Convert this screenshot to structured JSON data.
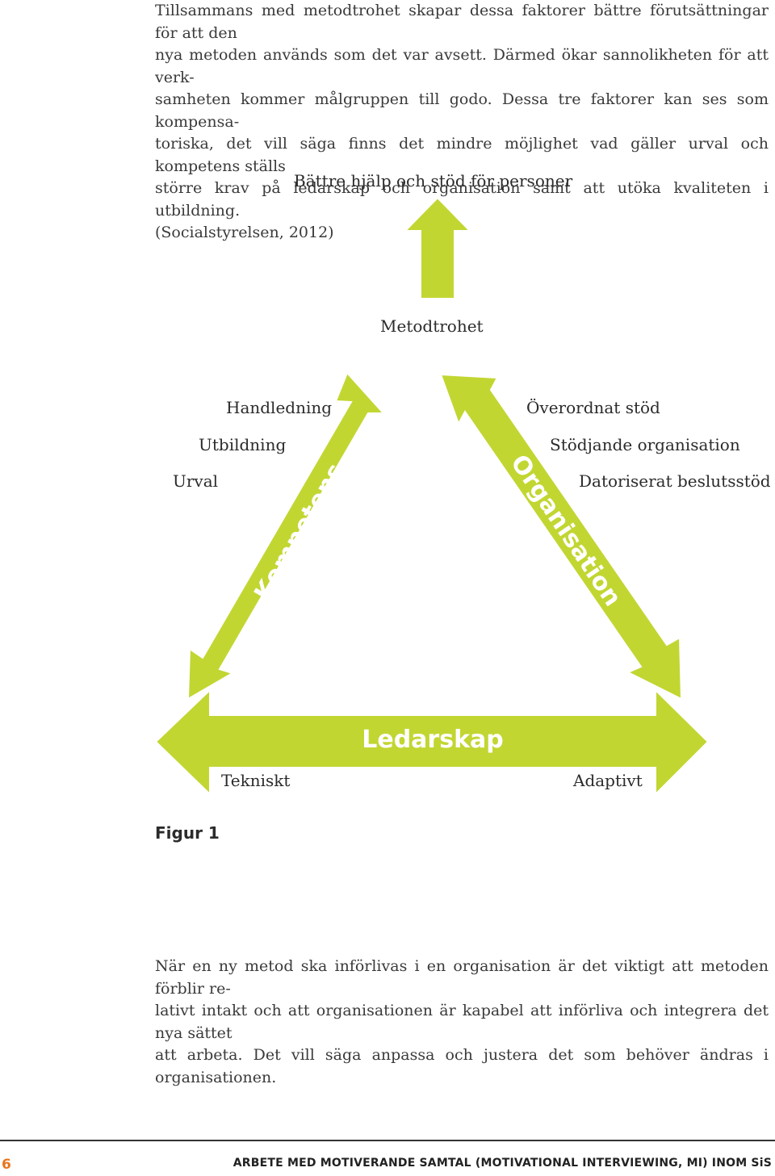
{
  "intro_lines": [
    "Tillsammans med metodtrohet skapar dessa faktorer bättre förutsättningar för att den",
    "nya metoden används som det var avsett. Därmed ökar sannolikheten för att verk-",
    "samheten kommer målgruppen till godo. Dessa tre faktorer kan ses som kompensa-",
    "toriska, det vill säga finns det mindre möjlighet vad gäller urval och kompetens ställs",
    "större krav på ledarskap och organisation samt att utöka kvaliteten i utbildning.",
    "(Socialstyrelsen, 2012)"
  ],
  "diagram": {
    "top_label": "Bättre hjälp och stöd för personer",
    "center_label": "Metodtrohet",
    "left_side": [
      "Handledning",
      "Utbildning",
      "Urval"
    ],
    "right_side": [
      "Överordnat stöd",
      "Stödjande organisation",
      "Datoriserat beslutsstöd"
    ],
    "left_arrow_label": "Kompetens",
    "right_arrow_label": "Organisation",
    "bottom_arrow_label": "Ledarskap",
    "bottom_left": "Tekniskt",
    "bottom_right": "Adaptivt",
    "arrow_color": "#c2d632",
    "arrow_edge_color": "#ffffff"
  },
  "figure_label": "Figur 1",
  "outro_lines": [
    "När en ny metod ska införlivas i en organisation är det viktigt att metoden förblir re-",
    "lativt intakt och att organisationen är kapabel att införliva och integrera det nya sättet",
    "att arbeta. Det vill säga anpassa och justera det som behöver ändras i organisationen."
  ],
  "footer": {
    "page_number": "6",
    "running_title": "ARBETE MED MOTIVERANDE SAMTAL (MOTIVATIONAL INTERVIEWING, MI) INOM SiS",
    "accent_color": "#e8741e"
  }
}
